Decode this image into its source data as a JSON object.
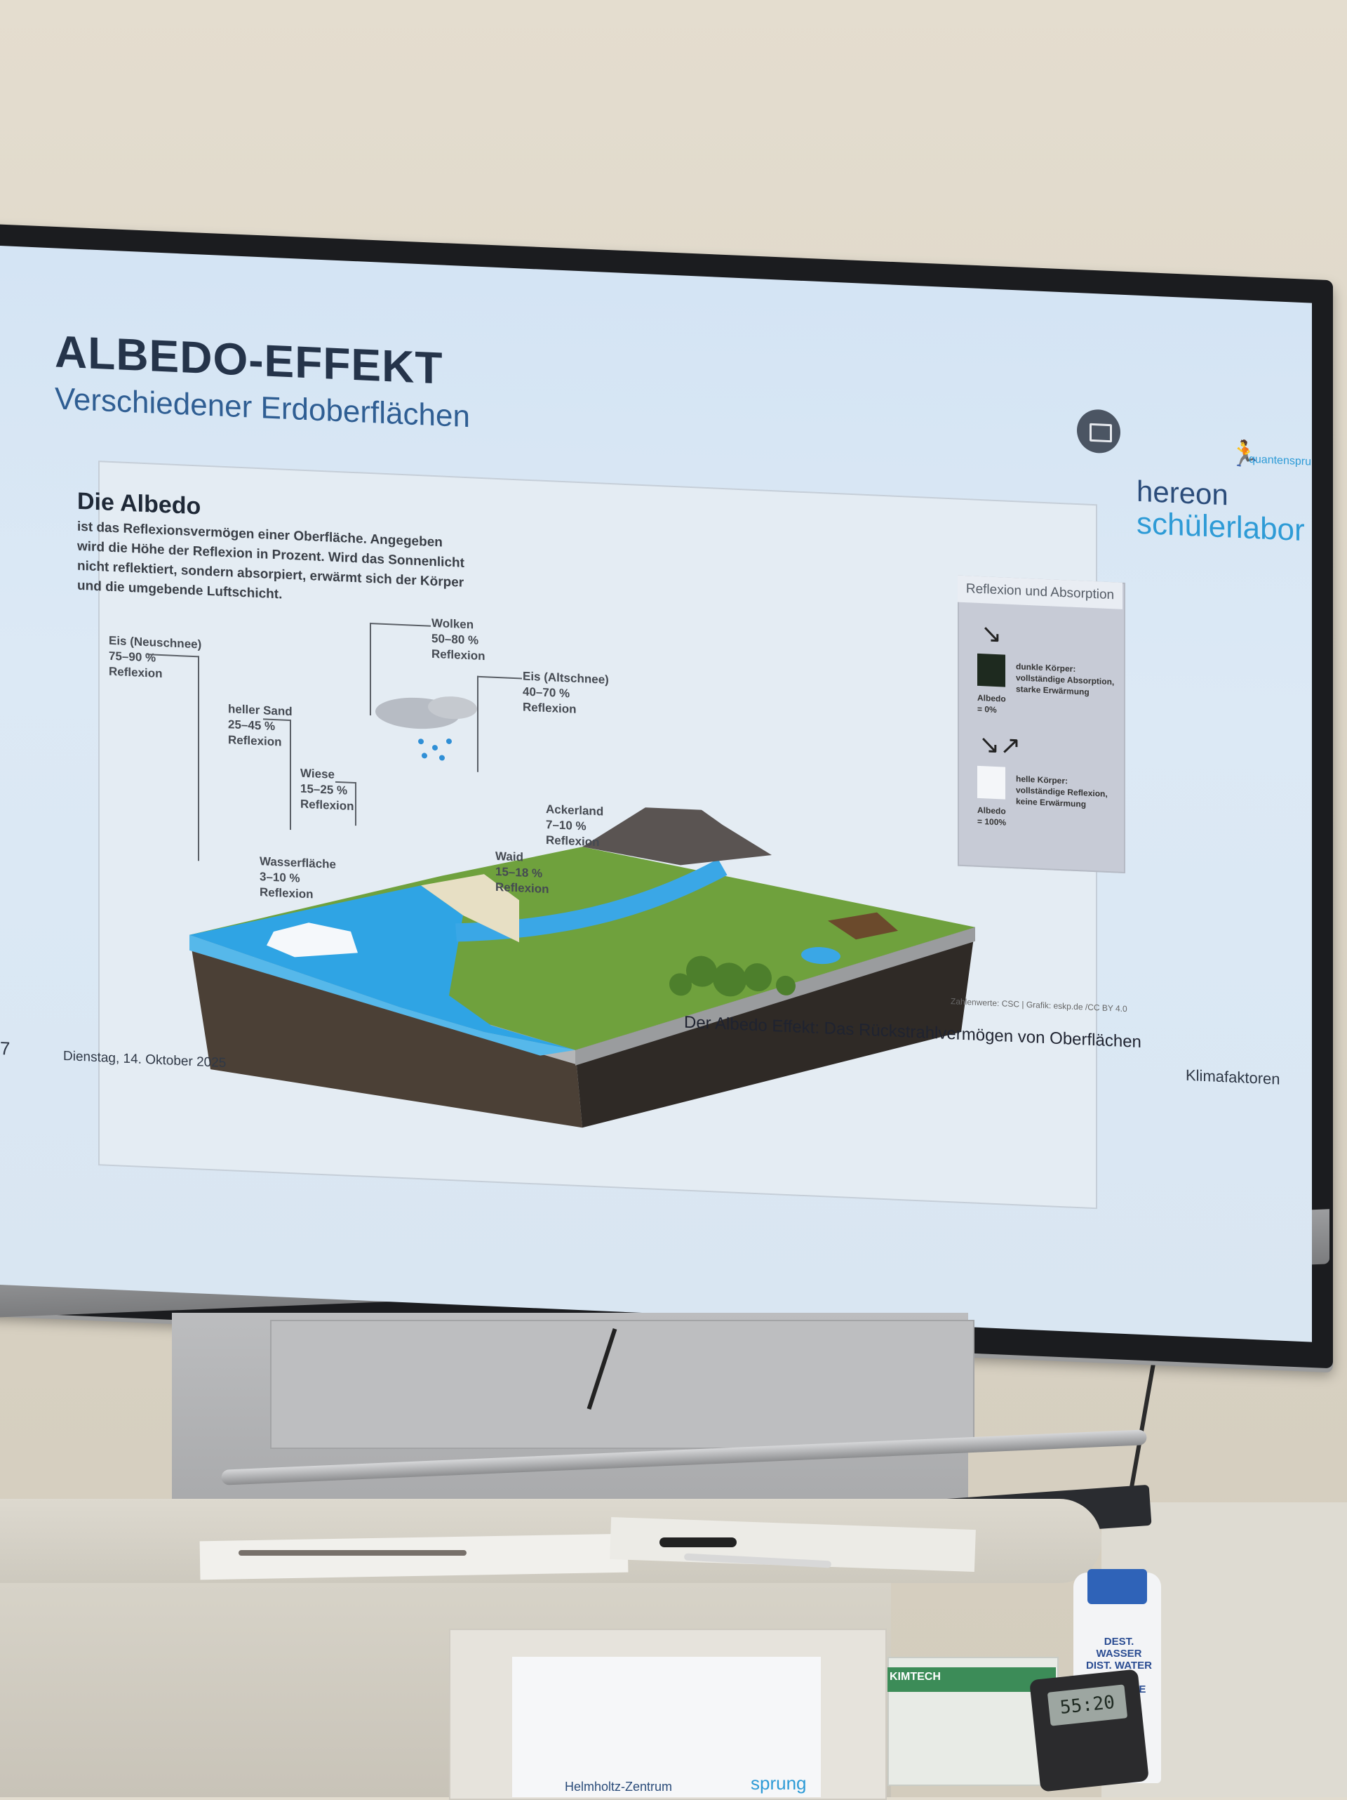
{
  "slide": {
    "title": "ALBEDO-EFFEKT",
    "subtitle": "Verschiedener Erdoberflächen",
    "logo_hereon": "hereon",
    "logo_school": "schülerlabor",
    "logo_mini": "quantensprung",
    "intro_heading": "Die Albedo",
    "intro_text": "ist das Reflexionsvermögen einer Oberfläche. Angegeben wird die Höhe der Reflexion in Prozent. Wird das Sonnenlicht nicht reflektiert, sondern absorpiert, erwärmt sich der Körper und die umgebende Luftschicht.",
    "labels": [
      {
        "text": "Eis (Neuschnee)\n75–90 %\nReflexion"
      },
      {
        "text": "heller Sand\n25–45 %\nReflexion"
      },
      {
        "text": "Wolken\n50–80 %\nReflexion"
      },
      {
        "text": "Eis (Altschnee)\n40–70 %\nReflexion"
      },
      {
        "text": "Wiese\n15–25 %\nReflexion"
      },
      {
        "text": "Ackerland\n7–10 %\nReflexion"
      },
      {
        "text": "Waid\n15–18 %\nReflexion"
      },
      {
        "text": "Wasserfläche\n3–10 %\nReflexion"
      }
    ],
    "legend_title": "Reflexion und Absorption",
    "legend_dark": "dunkle Körper:\nvollständige Absorption,\nstarke Erwärmung",
    "legend_dark_albedo": "Albedo\n= 0%",
    "legend_light": "helle Körper:\nvollständige Reflexion,\nkeine Erwärmung",
    "legend_light_albedo": "Albedo\n= 100%",
    "caption": "Der Albedo Effekt: Das Rückstrahlvermögen von Oberflächen",
    "credit": "Zahlenwerte: CSC | Grafik: eskp.de /CC BY 4.0",
    "footer_right": "Klimafaktoren",
    "footer_date": "Dienstag, 14. Oktober 2025",
    "page_number": "7"
  },
  "scene": {
    "bottle_label": "DEST. WASSER\nDIST. WATER\nEAU DISTILLÉE",
    "box_brand": "KIMTECH",
    "timer_display": "55:20",
    "sign_text": "Helmholtz-Zentrum",
    "sign_jump": "sprung"
  }
}
